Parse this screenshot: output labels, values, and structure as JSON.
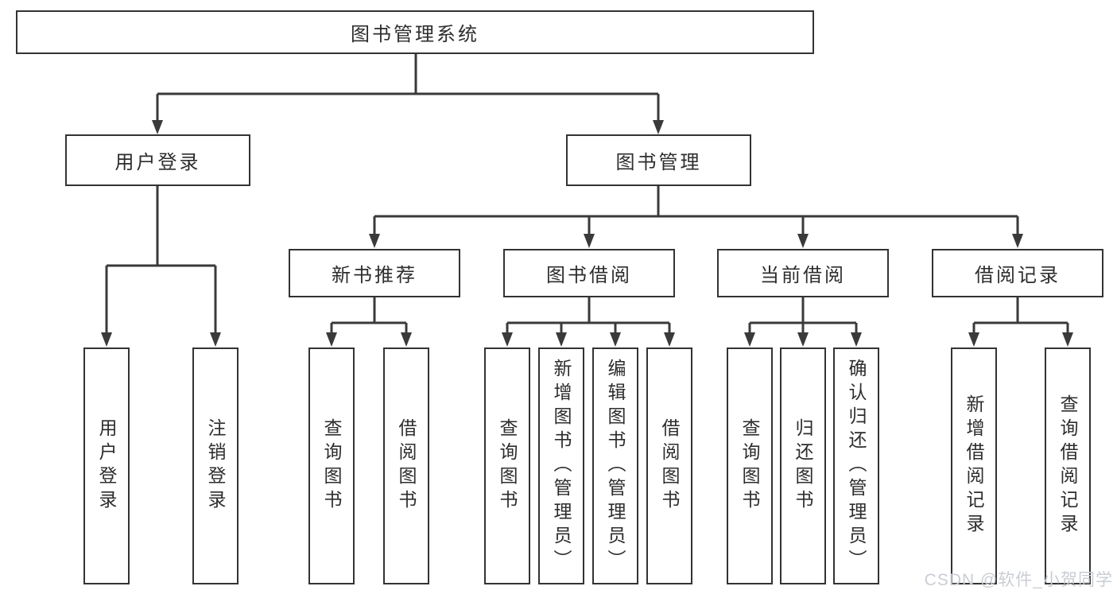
{
  "tree": {
    "root": {
      "label": "图书管理系统"
    },
    "branches": [
      {
        "label": "用户登录",
        "leaves": [
          {
            "label": "用户登录"
          },
          {
            "label": "注销登录"
          }
        ]
      },
      {
        "label": "图书管理",
        "groups": [
          {
            "label": "新书推荐",
            "leaves": [
              {
                "label": "查询图书"
              },
              {
                "label": "借阅图书"
              }
            ]
          },
          {
            "label": "图书借阅",
            "leaves": [
              {
                "label": "查询图书"
              },
              {
                "label": "新增图书（管理员）"
              },
              {
                "label": "编辑图书（管理员）"
              },
              {
                "label": "借阅图书"
              }
            ]
          },
          {
            "label": "当前借阅",
            "leaves": [
              {
                "label": "查询图书"
              },
              {
                "label": "归还图书"
              },
              {
                "label": "确认归还（管理员）"
              }
            ]
          },
          {
            "label": "借阅记录",
            "leaves": [
              {
                "label": "新增借阅记录"
              },
              {
                "label": "查询借阅记录"
              }
            ]
          }
        ]
      }
    ]
  },
  "watermark": "CSDN @软件_小贺同学",
  "colors": {
    "line": "#3a3a3a",
    "box_border": "#333333",
    "box_background": "#ffffff",
    "text": "#2d2d2d",
    "watermark": "#c9cdd3"
  }
}
